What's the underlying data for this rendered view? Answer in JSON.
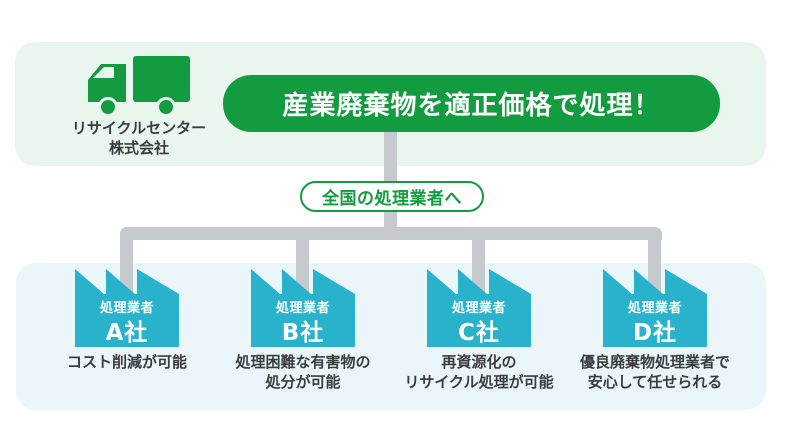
{
  "colors": {
    "green": "#129b3f",
    "panelGreen": "#e9f6ee",
    "panelBlue": "#eaf6fa",
    "teal": "#29b2cc",
    "connectorGray": "#c6c9ce",
    "darkText": "#3c3c3e"
  },
  "header": {
    "company": {
      "line1": "リサイクルセンター",
      "line2": "株式会社"
    },
    "banner": "産業廃棄物を適正価格で処理！"
  },
  "pill": {
    "label": "全国の処理業者へ"
  },
  "processors": [
    {
      "role": "処理業者",
      "name": "A社",
      "desc": [
        "コスト削減が可能"
      ]
    },
    {
      "role": "処理業者",
      "name": "B社",
      "desc": [
        "処理困難な有害物の",
        "処分が可能"
      ]
    },
    {
      "role": "処理業者",
      "name": "C社",
      "desc": [
        "再資源化の",
        "リサイクル処理が可能"
      ]
    },
    {
      "role": "処理業者",
      "name": "D社",
      "desc": [
        "優良廃棄物処理業者で",
        "安心して任せられる"
      ]
    }
  ]
}
